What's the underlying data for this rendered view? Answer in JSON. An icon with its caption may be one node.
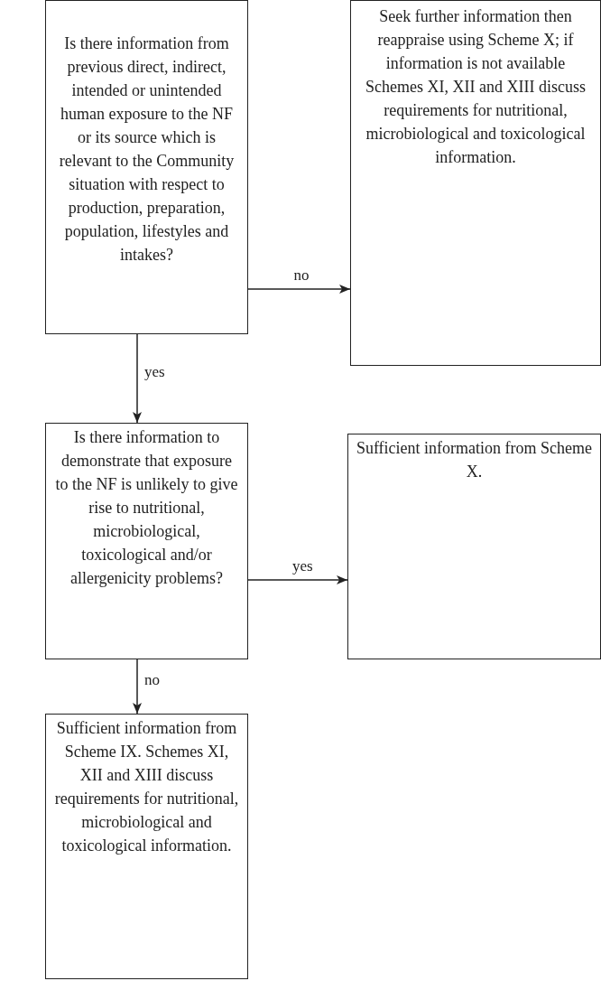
{
  "diagram": {
    "nodes": [
      {
        "text": [
          "Is there information from previous direct, indirect, intended or unintended human exposure to the NF or its source which is relevant to the Community situation with respect to production, preparation, population, lifestyles and intakes?"
        ]
      },
      {
        "text": [
          "Seek further information then reappraise using Scheme X; if information is not available Schemes XI, XII and XIII discuss requirements for nutritional, microbiological and toxicological information."
        ]
      },
      {
        "text": [
          "Is there information to demonstrate that exposure to the NF is unlikely to give rise to nutritional, microbiological, toxicological and/or allergenicity problems?"
        ]
      },
      {
        "text": [
          "Sufficient information from Scheme X."
        ]
      },
      {
        "text": [
          "Sufficient information from Scheme IX. Schemes XI, XII and XIII discuss requirements for nutritional, microbiological and toxicological information."
        ]
      }
    ],
    "edges": [
      {
        "from": 0,
        "to": 1,
        "arrow": "to",
        "label": "no"
      },
      {
        "from": 0,
        "to": 2,
        "arrow": "to",
        "label": "yes"
      },
      {
        "from": 2,
        "to": 3,
        "arrow": "to",
        "label": "yes"
      },
      {
        "from": 2,
        "to": 4,
        "arrow": "to",
        "label": "no"
      }
    ]
  }
}
